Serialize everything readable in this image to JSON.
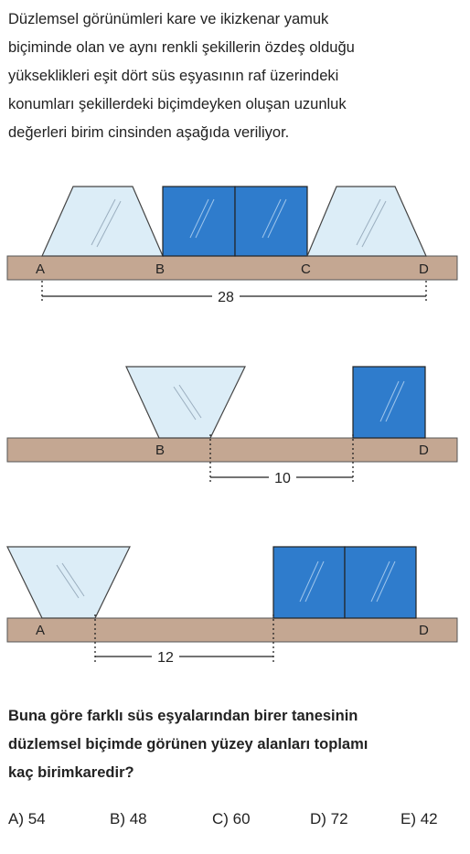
{
  "intro": {
    "lines": [
      "Düzlemsel görünümleri kare ve ikizkenar yamuk",
      "biçiminde olan ve aynı renkli şekillerin özdeş olduğu",
      "yükseklikleri eşit dört süs eşyasının raf üzerindeki",
      "konumları şekillerdeki biçimdeyken oluşan uzunluk",
      "değerleri birim cinsinden aşağıda veriliyor."
    ]
  },
  "figure1": {
    "points": {
      "a": "A",
      "b": "B",
      "c": "C",
      "d": "D"
    },
    "measure": "28"
  },
  "figure2": {
    "points": {
      "b": "B",
      "d": "D"
    },
    "measure": "10"
  },
  "figure3": {
    "points": {
      "a": "A",
      "d": "D"
    },
    "measure": "12"
  },
  "question": {
    "lines": [
      "Buna göre farklı süs eşyalarından birer tanesinin",
      "düzlemsel biçimde görünen yüzey alanları toplamı",
      "kaç birimkaredir?"
    ]
  },
  "options": [
    {
      "label": "A) 54"
    },
    {
      "label": "B) 48"
    },
    {
      "label": "C) 60"
    },
    {
      "label": "D) 72"
    },
    {
      "label": "E) 42"
    }
  ],
  "colors": {
    "square_fill": "#2f7ccc",
    "trapezoid_fill": "#dcedf7",
    "shelf_fill": "#c4a792"
  }
}
